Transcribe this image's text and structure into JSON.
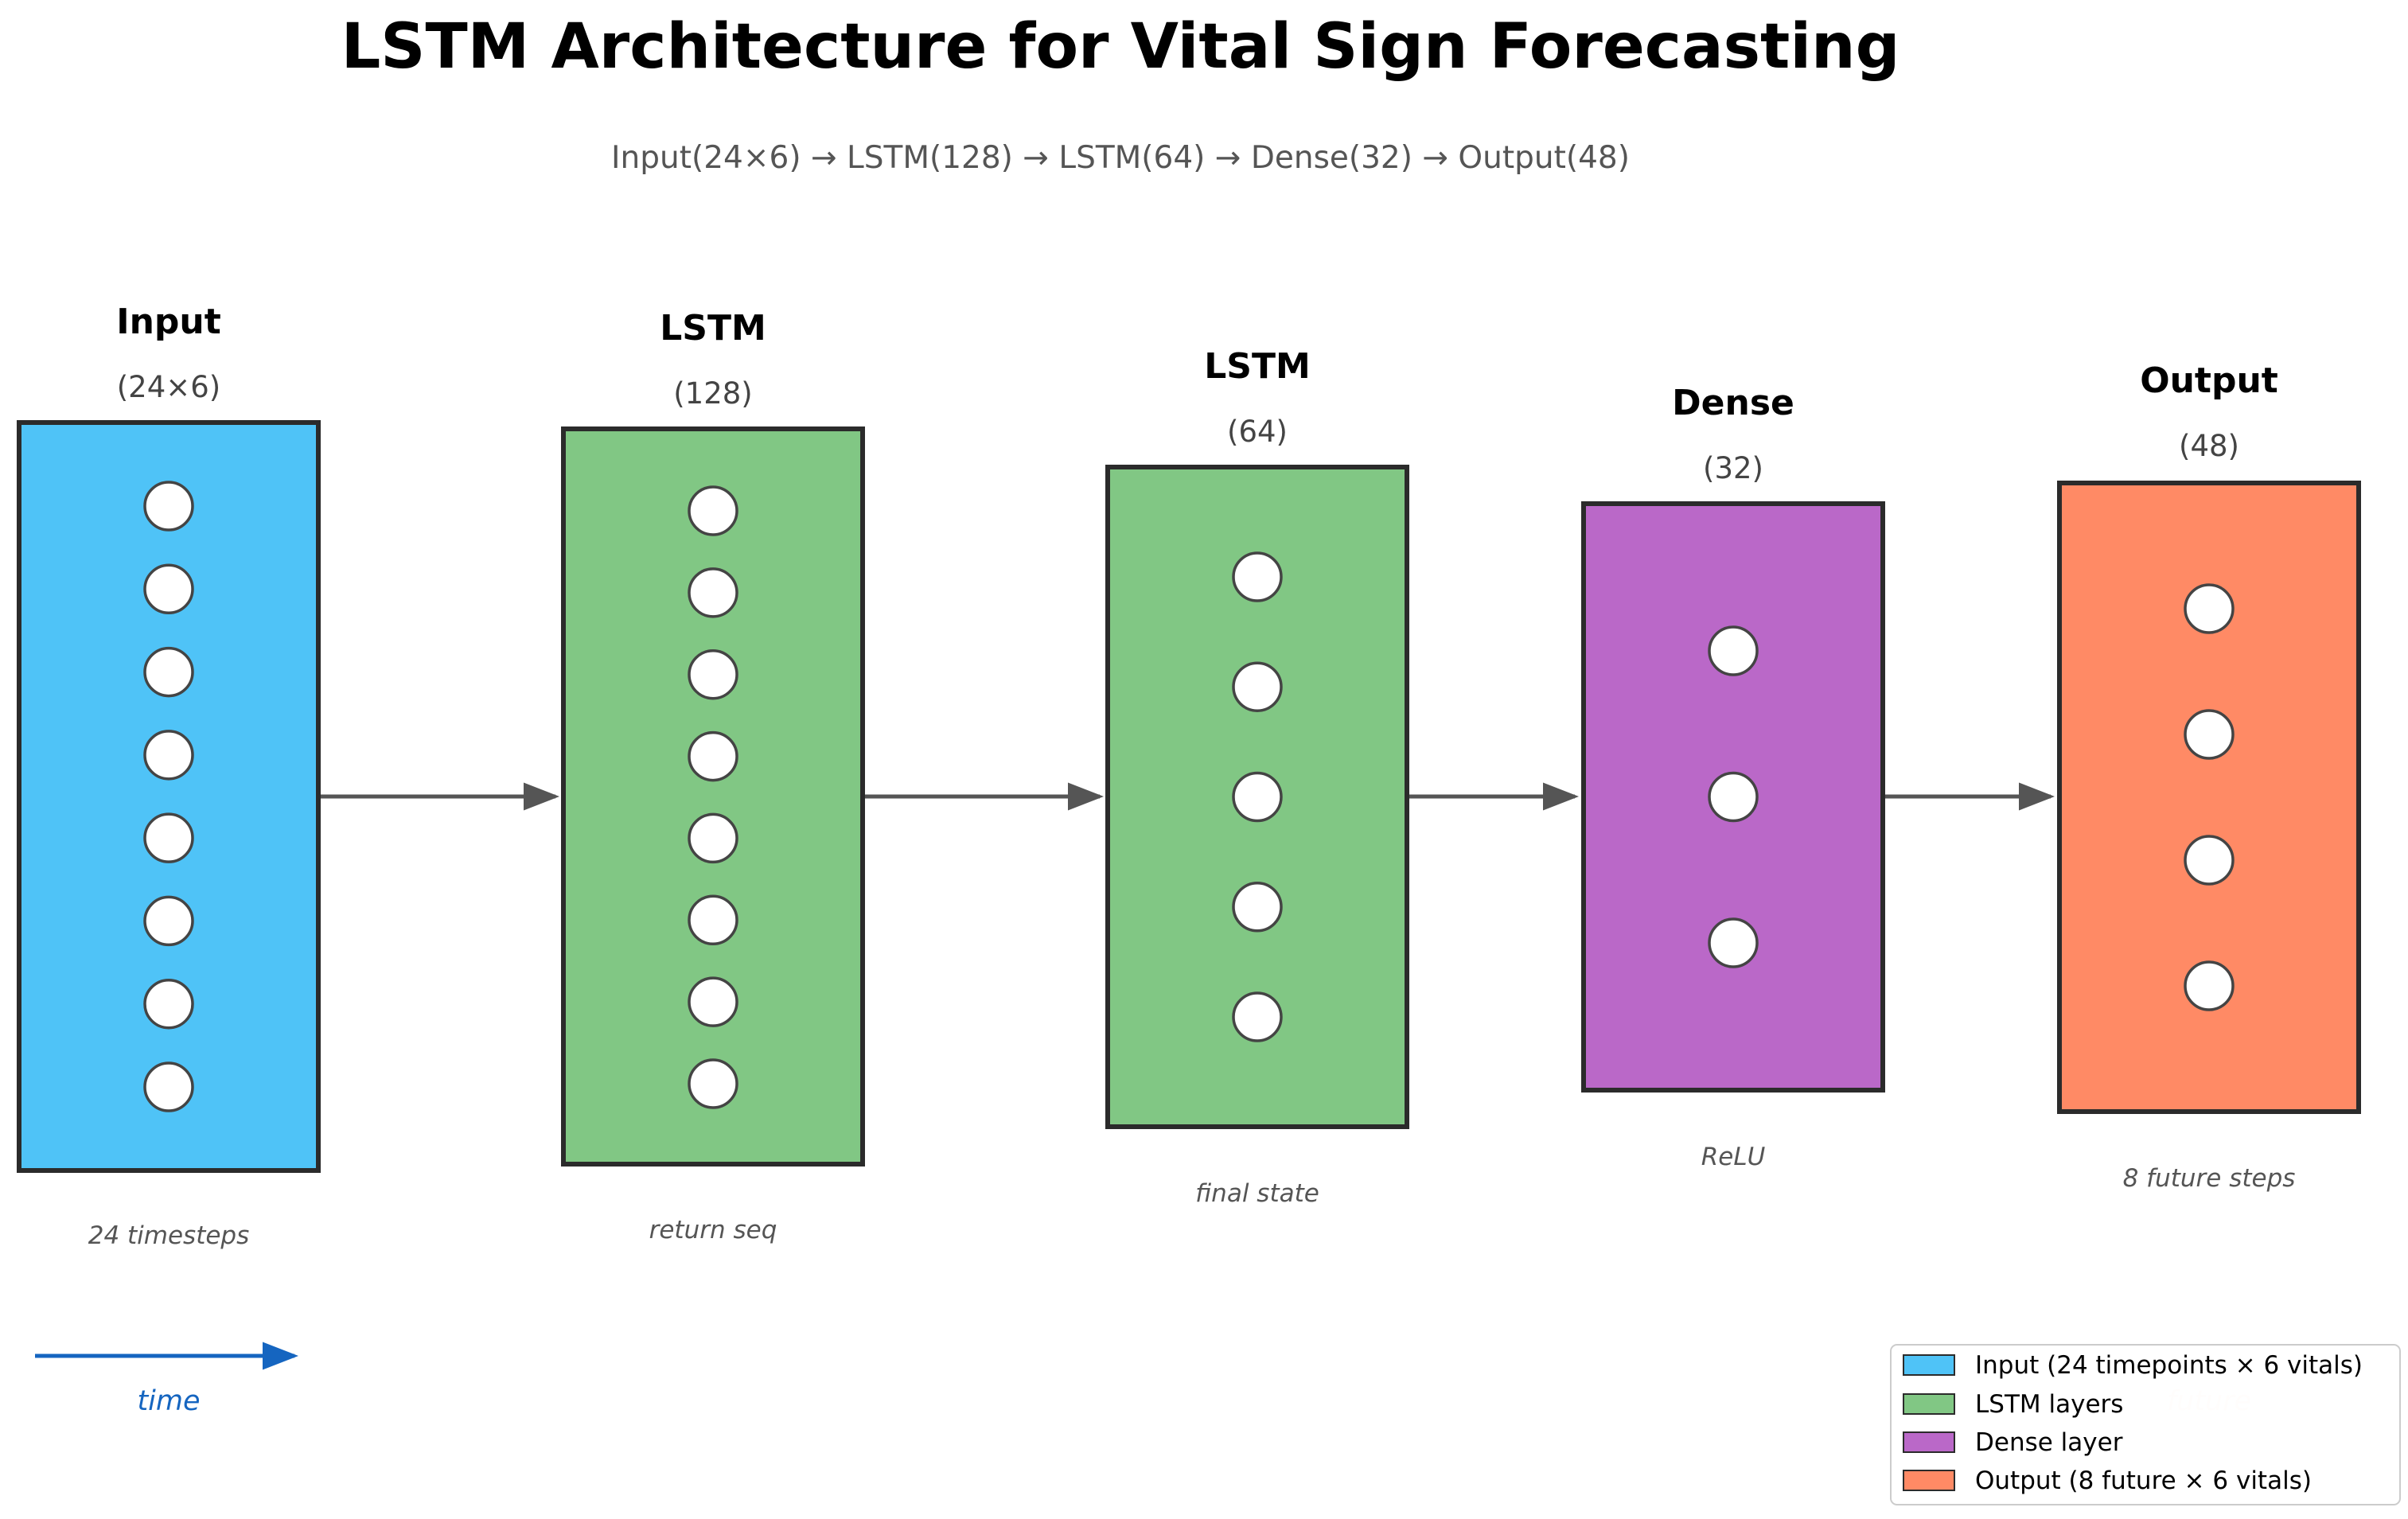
{
  "title": "LSTM Architecture for Vital Sign Forecasting",
  "subtitle": "Input(24×6) → LSTM(128) → LSTM(64) → Dense(32) → Output(48)",
  "layers": [
    {
      "name": "Input",
      "size": "(24×6)",
      "note": "24 timesteps",
      "color": "#4fc3f7",
      "nodes": 8
    },
    {
      "name": "LSTM",
      "size": "(128)",
      "note": "return seq",
      "color": "#81c784",
      "nodes": 8
    },
    {
      "name": "LSTM",
      "size": "(64)",
      "note": "final state",
      "color": "#81c784",
      "nodes": 5
    },
    {
      "name": "Dense",
      "size": "(32)",
      "note": "ReLU",
      "color": "#ba68c8",
      "nodes": 3
    },
    {
      "name": "Output",
      "size": "(48)",
      "note": "8 future steps",
      "color": "#ff8a65",
      "nodes": 4
    }
  ],
  "time_label": "time",
  "future_label": "future",
  "legend": [
    {
      "label": "Input (24 timepoints × 6 vitals)",
      "color": "#4fc3f7"
    },
    {
      "label": "LSTM layers",
      "color": "#81c784"
    },
    {
      "label": "Dense layer",
      "color": "#ba68c8"
    },
    {
      "label": "Output (8 future × 6 vitals)",
      "color": "#ff8a65"
    }
  ],
  "colors": {
    "arrow": "#555555",
    "time_arrow": "#1565c0",
    "node_fill": "#ffffff",
    "node_stroke": "#444444",
    "box_stroke": "#2b2b2b"
  }
}
